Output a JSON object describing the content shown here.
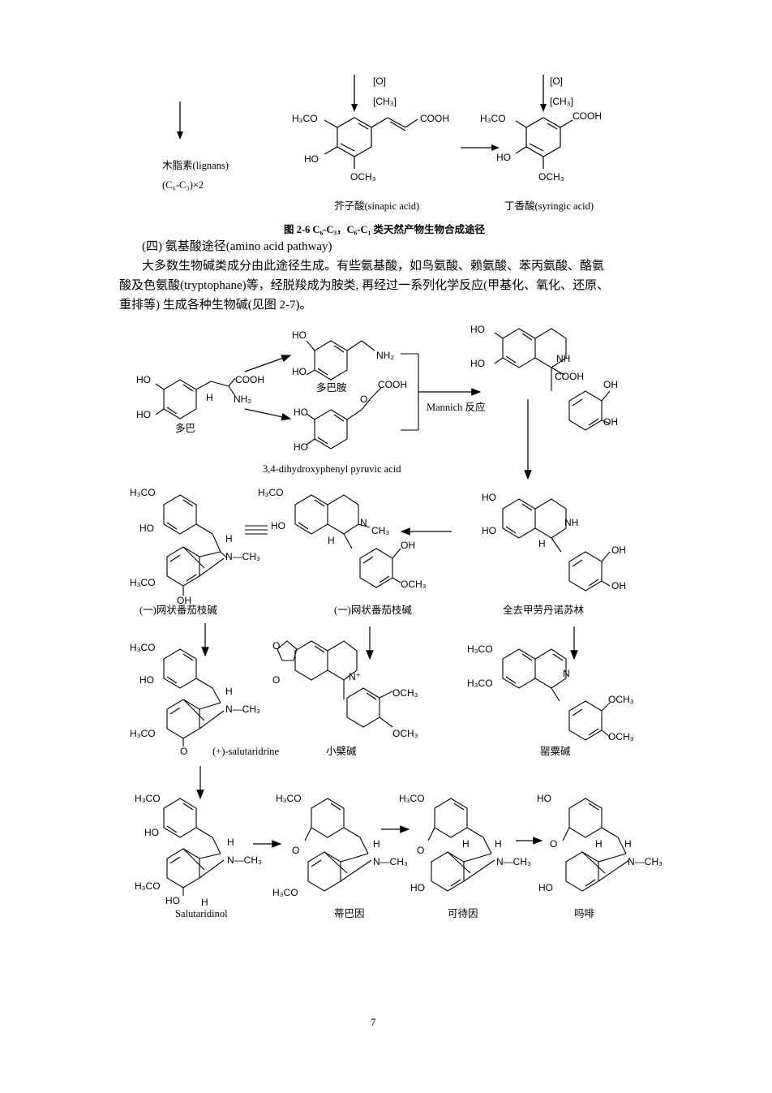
{
  "top_figure": {
    "lignans_label": "木脂素(lignans)",
    "lignans_formula": "(C₆-C₃)×2",
    "reagent_o": "[O]",
    "reagent_ch3": "[CH₃]",
    "sinapic_cooh": "COOH",
    "sinapic_h3co": "H₃CO",
    "sinapic_ho": "HO",
    "sinapic_och3": "OCH₃",
    "sinapic_name": "芥子酸(sinapic acid)",
    "syringic_h3co": "H₃CO",
    "syringic_cooh": "COOH",
    "syringic_ho": "HO",
    "syringic_och3": "OCH₃",
    "syringic_name": "丁香酸(syringic acid)",
    "caption": "图 2-6   C₆-C₃，C₆-C₁ 类天然产物生物合成途径"
  },
  "section": {
    "heading": "(四)  氨基酸途径(amino acid pathway)",
    "para_line1": "大多数生物碱类成分由此途径生成。有些氨基酸，如鸟氨酸、赖氨酸、苯丙氨酸、酪氨",
    "para_line2": "酸及色氨酸(tryptophane)等，经脱羧成为胺类, 再经过一系列化学反应(甲基化、氧化、还原、",
    "para_line3": "重排等) 生成各种生物碱(见图 2-7)。"
  },
  "pathway": {
    "dopa": "多巴",
    "dopa_cooh": "COOH",
    "dopa_nh2": "NH₂",
    "dopa_h": "H",
    "dopamine": "多巴胺",
    "dopamine_nh2": "NH₂",
    "pyruvic": "3,4-dihydroxyphenyl pyruvic acid",
    "pyruvic_cooh": "COOH",
    "pyruvic_o": "O",
    "mannich": "Mannich 反应",
    "ho": "HO",
    "oh": "OH",
    "nh": "NH",
    "cooh": "COOH",
    "h": "H",
    "h3co": "H₃CO",
    "och3": "OCH₃",
    "n_ch3": "N—CH₃",
    "nch3_short": "CH₃",
    "n": "N",
    "n_plus": "N⁺",
    "o_atom": "O",
    "reticuline_a": "(一)网状番茄枝碱",
    "reticuline_b": "(一)网状番茄枝碱",
    "norlaudanosoline": "全去甲劳丹诺苏林",
    "salutaridine": "(+)-salutaridrine",
    "berberine": "小檗碱",
    "papaverine": "罂粟碱",
    "salutaridinol": "Salutaridinol",
    "thebaine": "蒂巴因",
    "codeine": "可待因",
    "morphine": "吗啡"
  },
  "page_number": "7"
}
